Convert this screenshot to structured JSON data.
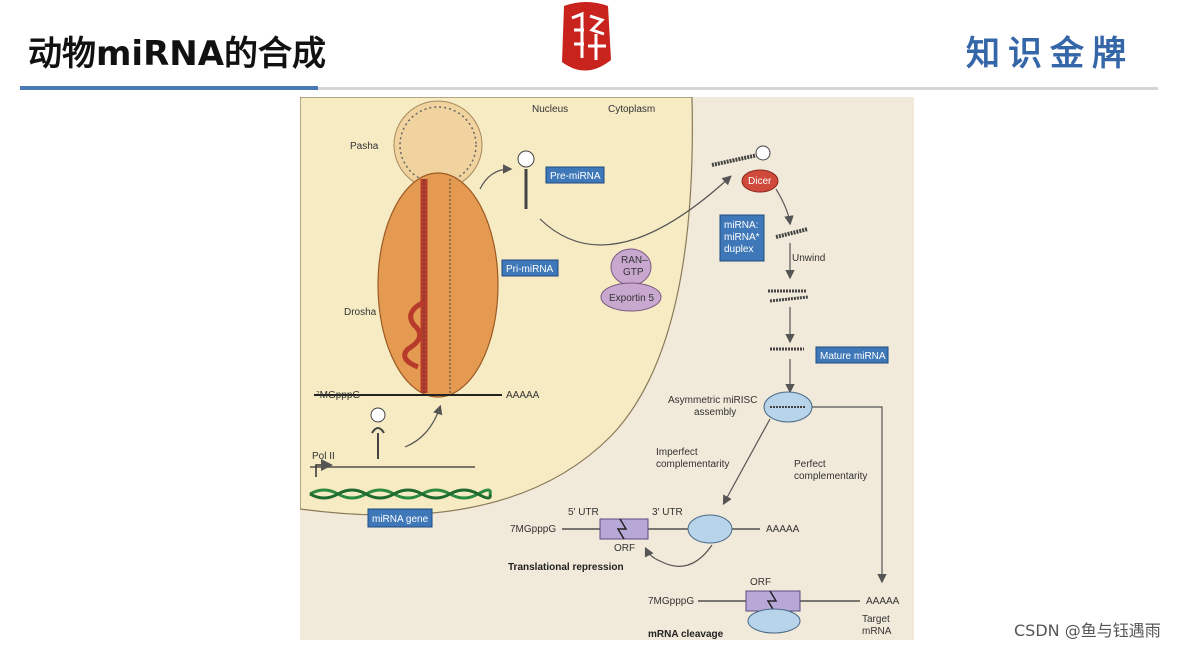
{
  "slide": {
    "title": "动物miRNA的合成",
    "brand": "知识金牌",
    "watermark": "CSDN @鱼与钰遇雨"
  },
  "diagram": {
    "compartments": {
      "nucleus": "Nucleus",
      "cytoplasm": "Cytoplasm"
    },
    "proteins": {
      "pasha": "Pasha",
      "drosha": "Drosha",
      "dicer": "Dicer",
      "ran_gtp_1": "RAN–",
      "ran_gtp_2": "GTP",
      "exportin": "Exportin 5",
      "pol": "Pol II"
    },
    "boxes": {
      "pre_mirna": "Pre-miRNA",
      "pri_mirna": "Pri-miRNA",
      "duplex_1": "miRNA:",
      "duplex_2": "miRNA*",
      "duplex_3": "duplex",
      "mature": "Mature miRNA",
      "gene": "miRNA gene"
    },
    "labels": {
      "cap_top": "⁷MGpppG",
      "polya_top": "AAAAA",
      "unwind": "Unwind",
      "asym_1": "Asymmetric miRISC",
      "asym_2": "assembly",
      "imperfect_1": "Imperfect",
      "imperfect_2": "complementarity",
      "perfect_1": "Perfect",
      "perfect_2": "complementarity",
      "utr5": "5′ UTR",
      "utr3": "3′ UTR",
      "cap_mid": "7MGpppG",
      "polya_mid": "AAAAA",
      "orf_mid": "ORF",
      "transl_rep": "Translational repression",
      "orf_bot": "ORF",
      "cap_bot": "7MGpppG",
      "polya_bot": "AAAAA",
      "target_1": "Target",
      "target_2": "mRNA",
      "cleavage": "mRNA cleavage"
    },
    "colors": {
      "background": "#f1e9d9",
      "nucleus": "#f7ebc4",
      "drosha": "#e59a52",
      "box": "#3f78b8",
      "dicer": "#d04a3c",
      "exportin": "#c9a8cf"
    }
  }
}
